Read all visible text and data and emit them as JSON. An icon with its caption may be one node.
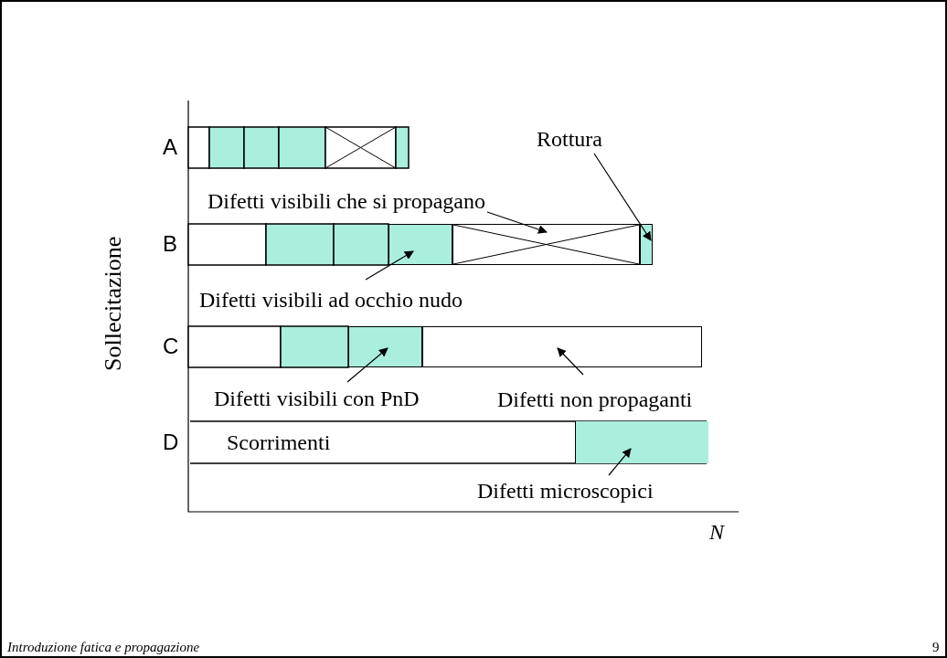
{
  "diagram": {
    "nodes": [
      {
        "text": [
          "Rottura"
        ]
      },
      {
        "text": [],
        "shape": "box"
      },
      {
        "text": [
          "Difetti visibili che si propagano"
        ]
      },
      {
        "text": [],
        "shape": "box"
      },
      {
        "text": [
          "Difetti visibili ad occhio nudo"
        ]
      },
      {
        "text": [],
        "shape": "box"
      },
      {
        "text": [
          "Difetti visibili con PnD"
        ]
      },
      {
        "text": [],
        "shape": "box"
      },
      {
        "text": [
          "Difetti non propaganti"
        ]
      },
      {
        "text": [],
        "shape": "box"
      },
      {
        "text": [
          "Difetti microscopici"
        ]
      },
      {
        "text": [],
        "shape": "box"
      }
    ],
    "edges": [
      {
        "from": 0,
        "to": 1,
        "arrow": "to"
      },
      {
        "from": 2,
        "to": 3,
        "arrow": "to"
      },
      {
        "from": 4,
        "to": 5,
        "arrow": "to"
      },
      {
        "from": 6,
        "to": 7,
        "arrow": "to"
      },
      {
        "from": 8,
        "to": 9,
        "arrow": "to"
      },
      {
        "from": 10,
        "to": 11,
        "arrow": "to"
      }
    ],
    "labels": [
      "Sollecitazione",
      "A",
      "B",
      "C",
      "D",
      "Scorrimenti",
      "N",
      "Introduzione fatica e propagazione",
      "9"
    ]
  }
}
